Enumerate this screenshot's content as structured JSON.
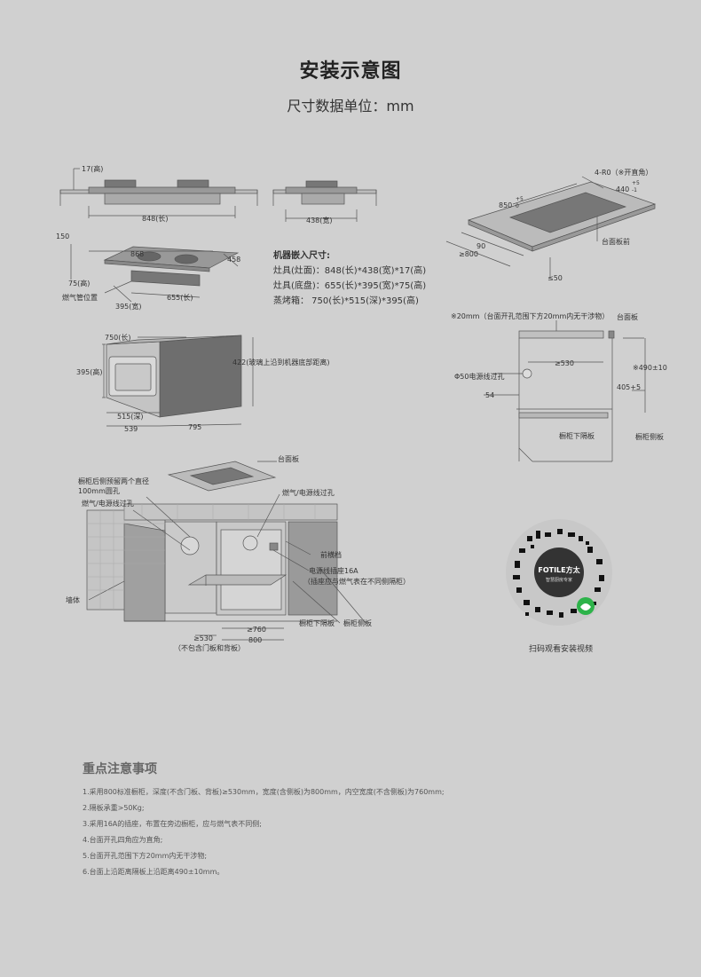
{
  "page": {
    "title": "安装示意图",
    "subtitle": "尺寸数据单位：mm"
  },
  "labels": {
    "top_view": {
      "height": "17(高)",
      "length": "848(长)",
      "width": "438(宽)"
    },
    "persp": {
      "h150": "150",
      "d868": "868",
      "d458": "458",
      "h75": "75(高)",
      "gas_pipe": "燃气管位置",
      "d395": "395(宽)",
      "d655": "655(长)"
    },
    "specs": {
      "heading": "机器嵌入尺寸:",
      "line1": "灶具(灶面)：848(长)*438(宽)*17(高)",
      "line2": "灶具(底盘)：655(长)*395(宽)*75(高)",
      "line3": "蒸烤箱：  750(长)*515(深)*395(高)"
    },
    "board": {
      "corner": "4-R0（※开直角）",
      "d850": "850",
      "t850": "+5",
      "b850": "0",
      "d440": "440",
      "t440": "+5",
      "b440": "-1",
      "d90": "90",
      "d800": "≥800",
      "front": "台面板前",
      "d50": "≤50"
    },
    "oven": {
      "l750": "750(长)",
      "h395": "395(高)",
      "d422": "422(玻璃上沿到机器底部距离)",
      "d515": "515(深)",
      "d539": "539",
      "d795": "795"
    },
    "section": {
      "top_note": "※20mm（台面开孔范围下方20mm内无干涉物）",
      "counter": "台面板",
      "d530": "≥530",
      "d490": "※490±10",
      "d405": "405+5",
      "hole50": "Φ50电源线过孔",
      "d54": "54",
      "divider": "橱柜下隔板",
      "side": "橱柜侧板"
    },
    "cabinet": {
      "counter": "台面板",
      "rear_holes1": "橱柜后侧预留两个直径",
      "rear_holes2": "100mm圆孔",
      "gas_hole": "燃气/电源线过孔",
      "gas_hole2": "燃气/电源线过孔",
      "front_beam": "前横档",
      "socket1": "电源线插座16A",
      "socket2": "（插座应与燃气表在不同侧隔柜）",
      "wall": "墙体",
      "divider": "橱柜下隔板",
      "side": "橱柜侧板",
      "d760": "≥760",
      "d800": "800",
      "d530": "≥530",
      "excl": "（不包含门板和背板）"
    }
  },
  "qr": {
    "caption": "扫码观看安装视频",
    "brand": "FOTILE方太",
    "tagline": "智慧厨房专家"
  },
  "notes": {
    "heading": "重点注意事项",
    "items": [
      "1.采用800标准橱柜，深度(不含门板、背板)≥530mm，宽度(含侧板)为800mm，内空宽度(不含侧板)为760mm;",
      "2.隔板承重>50Kg;",
      "3.采用16A的插座，布置在旁边橱柜，应与燃气表不同侧;",
      "4.台面开孔四角应为直角;",
      "5.台面开孔范围下方20mm内无干涉物;",
      "6.台面上沿距离隔板上沿距离490±10mm。"
    ]
  },
  "colors": {
    "background": "#d0d0d0",
    "line": "#555555",
    "dark_panel": "#6e6e6e",
    "cabinet_panel": "#9a9a9a"
  }
}
